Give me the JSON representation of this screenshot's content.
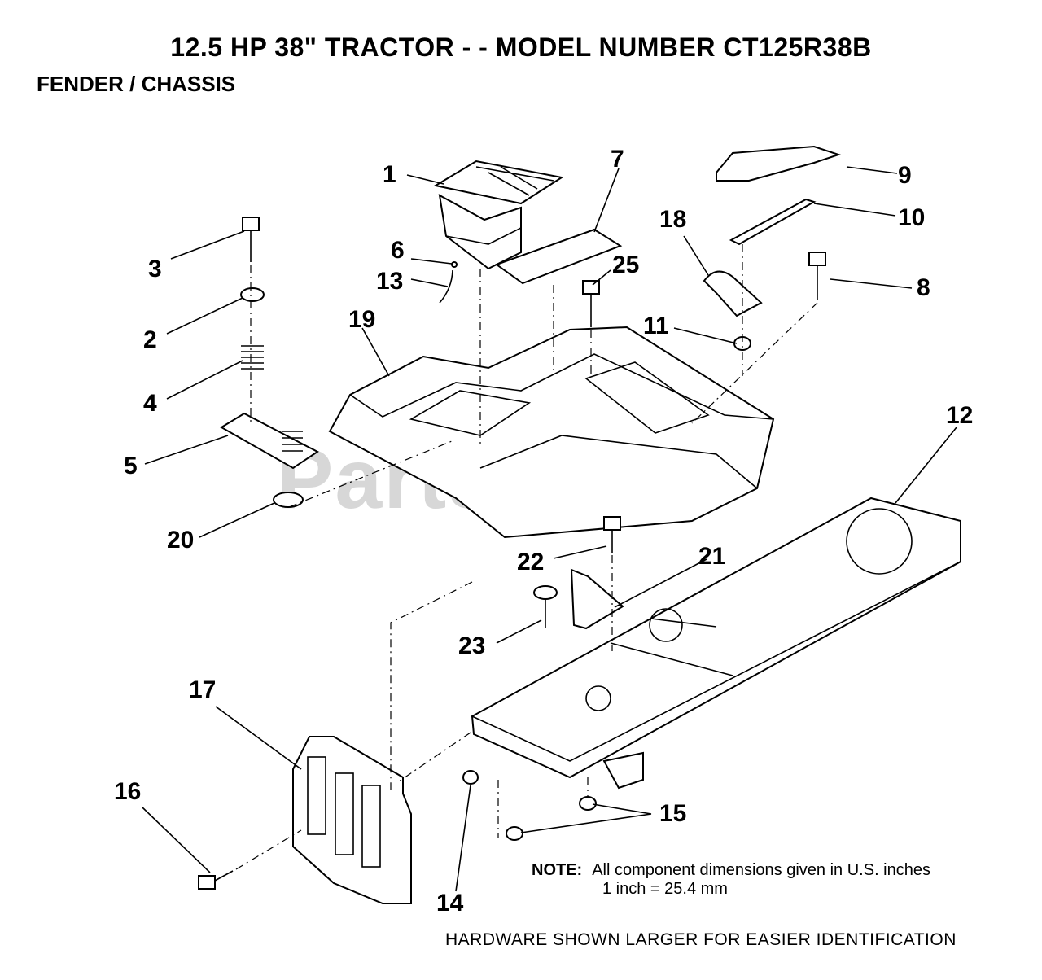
{
  "header": {
    "title": "12.5 HP 38\" TRACTOR - - MODEL NUMBER CT125R38B",
    "subtitle": "FENDER / CHASSIS"
  },
  "watermark": "PartsTree",
  "callouts": [
    "1",
    "2",
    "3",
    "4",
    "5",
    "6",
    "7",
    "8",
    "9",
    "10",
    "11",
    "12",
    "13",
    "14",
    "15",
    "16",
    "17",
    "18",
    "19",
    "20",
    "21",
    "22",
    "23",
    "25"
  ],
  "note": {
    "label": "NOTE:",
    "line1": "All component dimensions given in U.S. inches",
    "line2": "1 inch = 25.4 mm"
  },
  "footer": "HARDWARE SHOWN LARGER FOR EASIER IDENTIFICATION"
}
